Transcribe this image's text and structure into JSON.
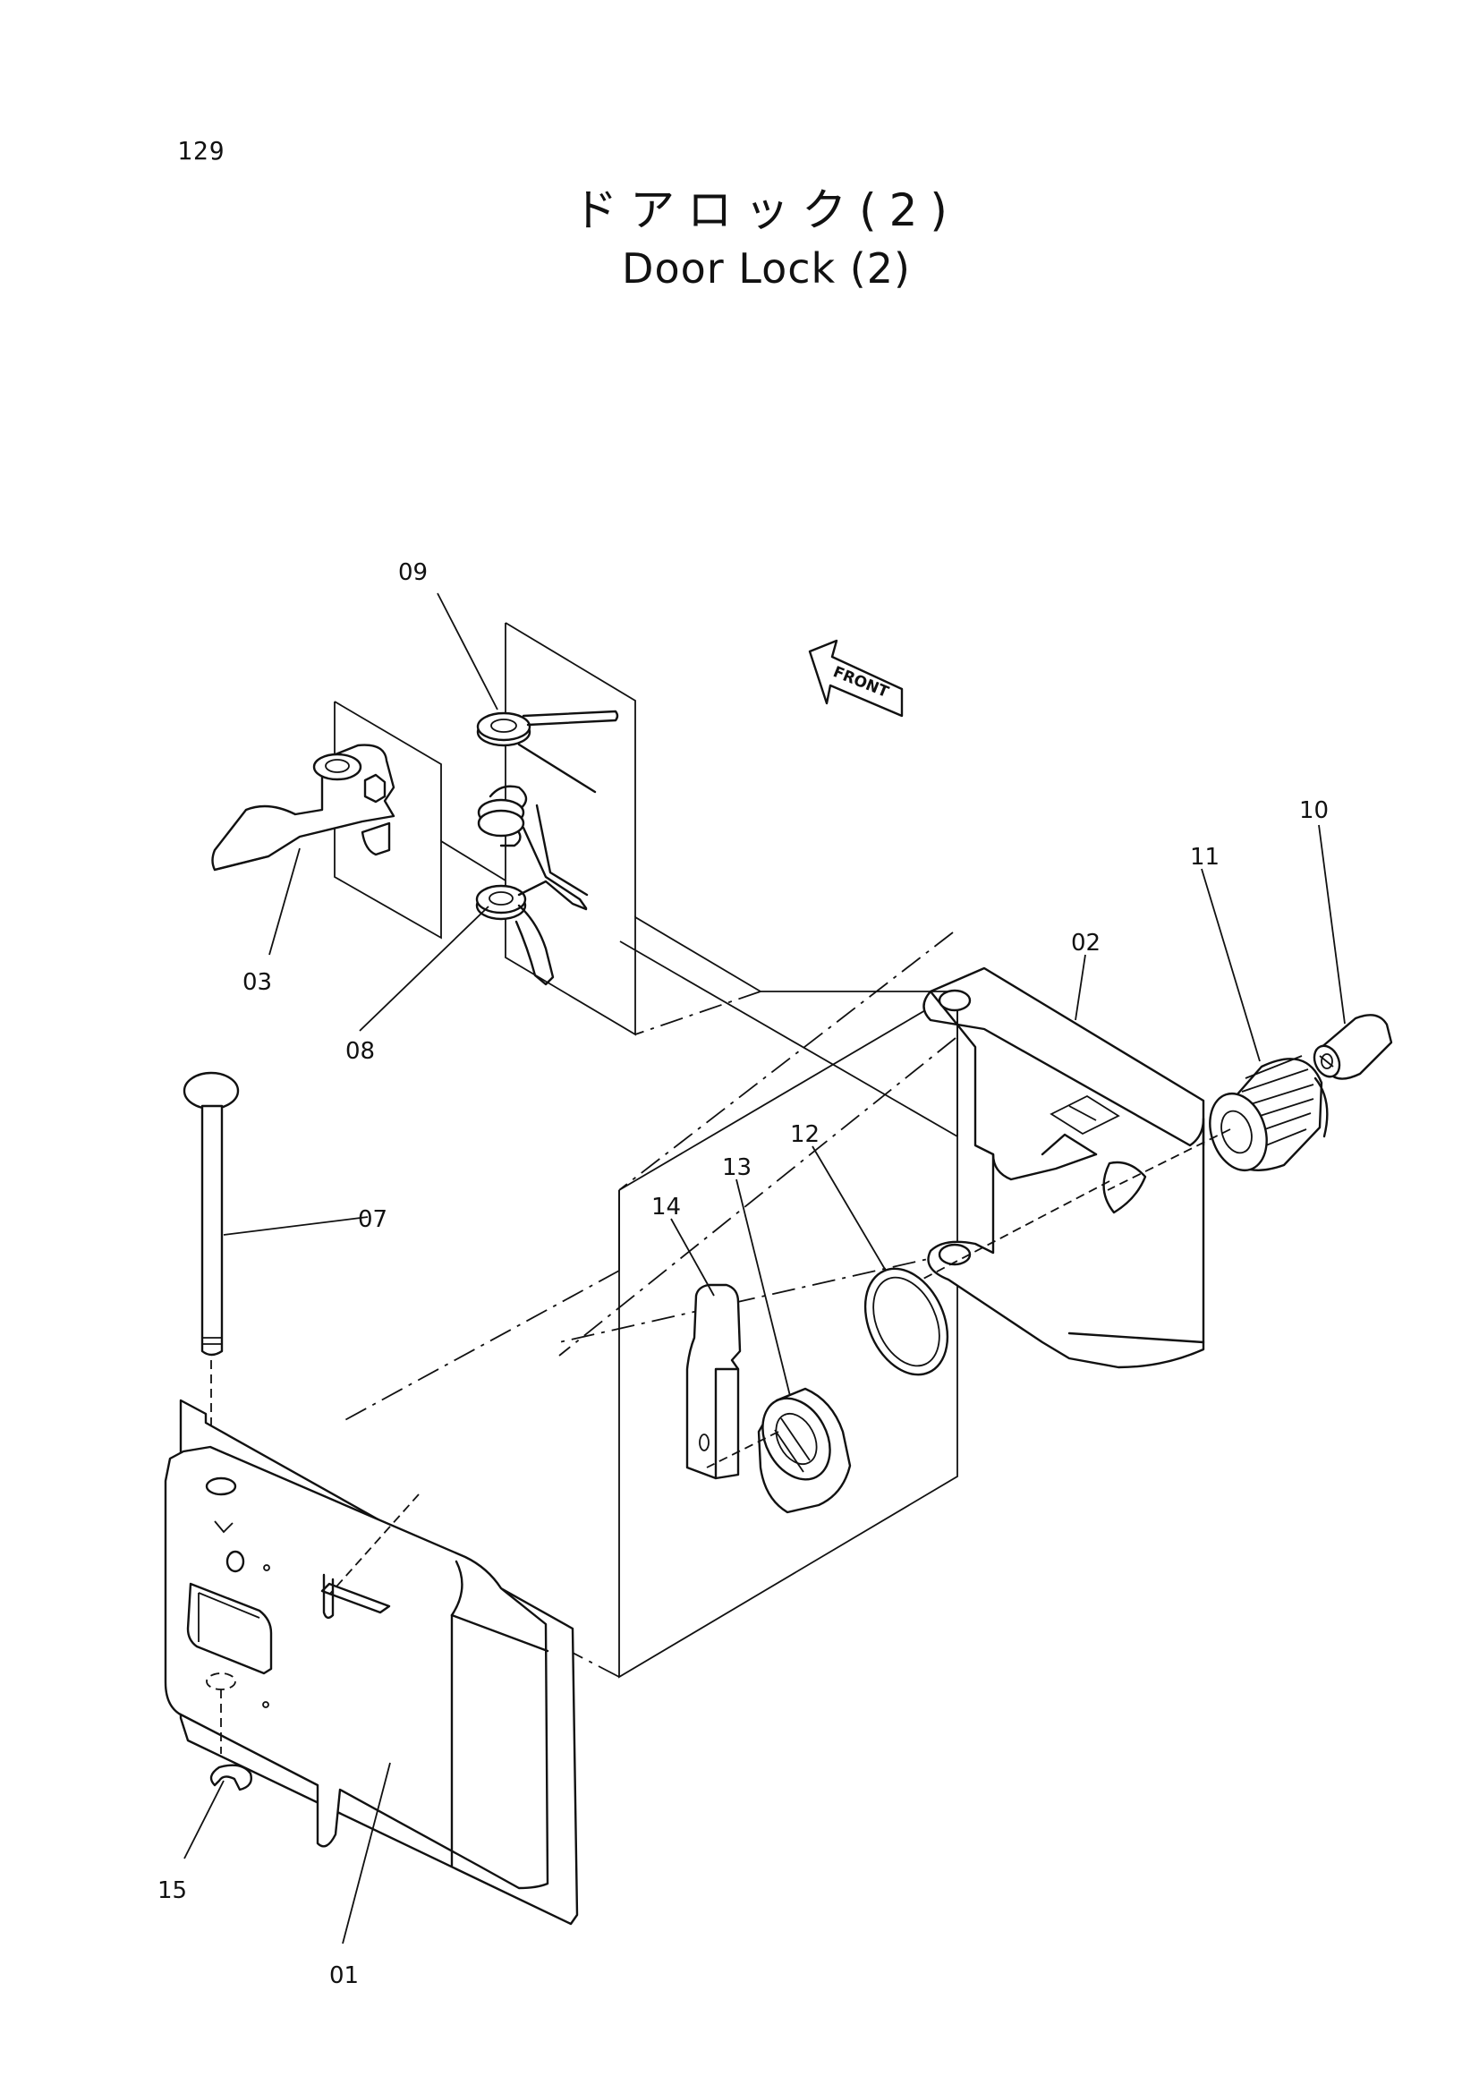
{
  "page": {
    "number": "129",
    "title_jp": "ドアロック(2)",
    "title_en": "Door Lock (2)"
  },
  "diagram": {
    "front_label": "FRONT",
    "callouts": [
      {
        "id": "01",
        "text": "01"
      },
      {
        "id": "02",
        "text": "02"
      },
      {
        "id": "03",
        "text": "03"
      },
      {
        "id": "07",
        "text": "07"
      },
      {
        "id": "08",
        "text": "08"
      },
      {
        "id": "09",
        "text": "09"
      },
      {
        "id": "10",
        "text": "10"
      },
      {
        "id": "11",
        "text": "11"
      },
      {
        "id": "12",
        "text": "12"
      },
      {
        "id": "13",
        "text": "13"
      },
      {
        "id": "14",
        "text": "14"
      },
      {
        "id": "15",
        "text": "15"
      }
    ]
  }
}
